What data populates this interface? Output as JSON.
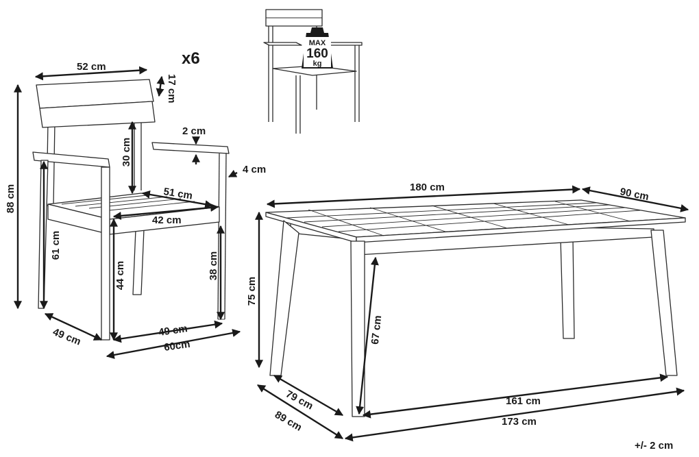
{
  "quantity": "x6",
  "tolerance": "+/- 2 cm",
  "max_load": {
    "line1": "MAX",
    "line2": "160",
    "line3": "kg"
  },
  "chair": {
    "width_top": "52 cm",
    "backrest_height": "17 cm",
    "total_height": "88 cm",
    "backrest_gap": "30 cm",
    "armrest_width": "2 cm",
    "armrest_thickness": "4 cm",
    "seat_width": "51 cm",
    "seat_inner_width": "42 cm",
    "armrest_height": "61 cm",
    "seat_height_front": "44 cm",
    "seat_height_back": "38 cm",
    "depth_base": "49 cm",
    "width_base": "49 cm",
    "depth_total": "60cm"
  },
  "table": {
    "length": "180 cm",
    "width": "90 cm",
    "height": "75 cm",
    "leg_clearance": "67 cm",
    "inner_width": "79 cm",
    "leg_width": "89 cm",
    "inner_length": "161 cm",
    "leg_length": "173 cm"
  }
}
